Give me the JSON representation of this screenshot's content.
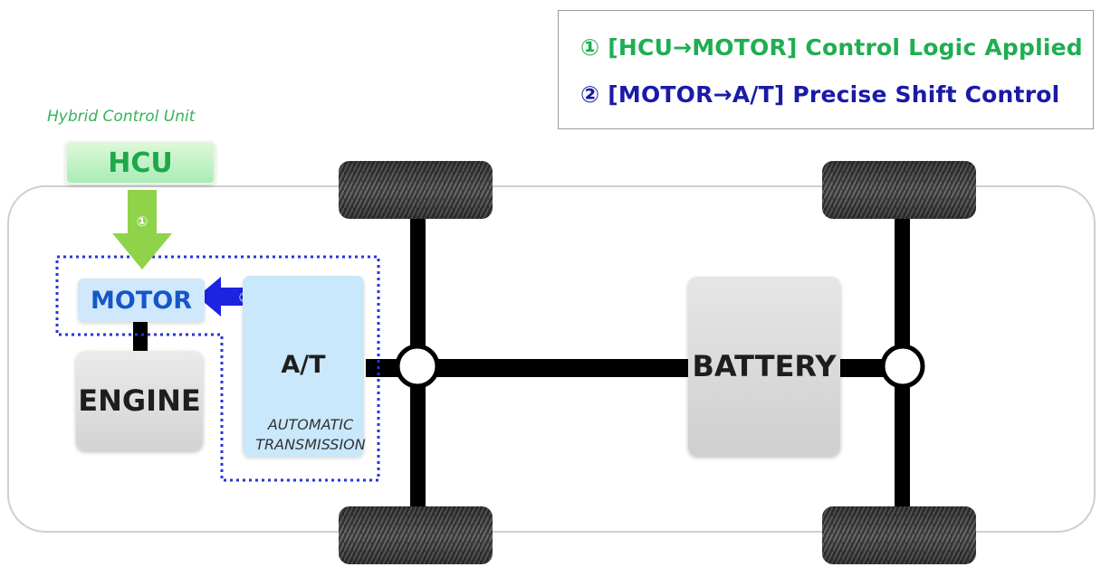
{
  "legend": {
    "item1": "① [HCU→MOTOR] Control Logic Applied",
    "item2": "② [MOTOR→A/T] Precise Shift Control",
    "item1_color": "#1fae52",
    "item2_color": "#1a1aa8"
  },
  "hcu": {
    "subtitle": "Hybrid Control Unit",
    "label": "HCU"
  },
  "arrows": {
    "hcu_to_motor": "①",
    "motor_to_at": "②"
  },
  "components": {
    "motor": "MOTOR",
    "engine": "ENGINE",
    "at": "A/T",
    "at_sub_line1": "AUTOMATIC",
    "at_sub_line2": "TRANSMISSION",
    "battery": "BATTERY"
  },
  "colors": {
    "green_arrow": "#8fd34a",
    "blue_arrow": "#1e23e0",
    "dotted_outline": "#2a34d8",
    "axle": "#000000"
  }
}
